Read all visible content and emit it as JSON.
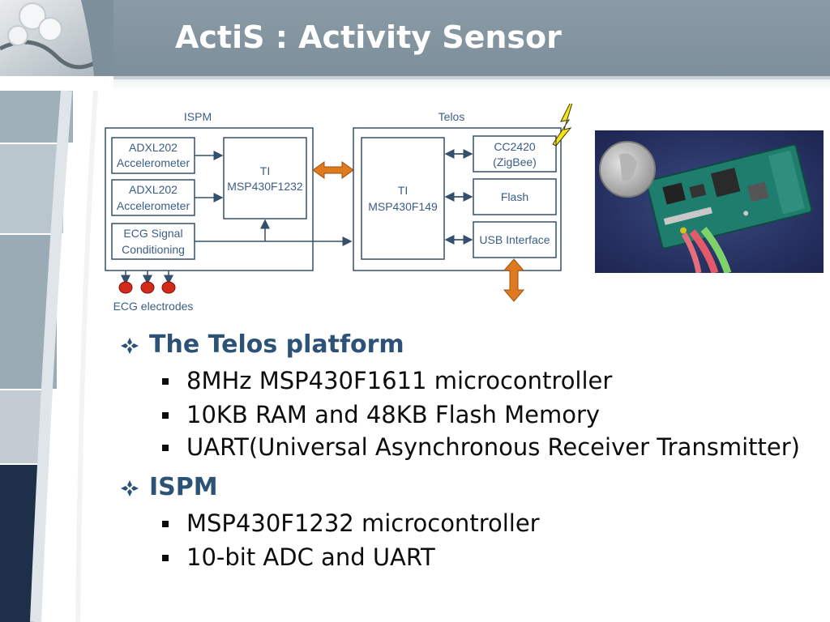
{
  "slide": {
    "title": "ActiS : Activity Sensor"
  },
  "diagram": {
    "ispm_label": "ISPM",
    "telos_label": "Telos",
    "adxl1_line1": "ADXL202",
    "adxl1_line2": "Accelerometer",
    "adxl2_line1": "ADXL202",
    "adxl2_line2": "Accelerometer",
    "ecg_line1": "ECG Signal",
    "ecg_line2": "Conditioning",
    "ti_ispm_line1": "TI",
    "ti_ispm_line2": "MSP430F1232",
    "ti_telos_line1": "TI",
    "ti_telos_line2": "MSP430F149",
    "cc2420_line1": "CC2420",
    "cc2420_line2": "(ZigBee)",
    "flash": "Flash",
    "usb": "USB Interface",
    "electrodes_label": "ECG electrodes"
  },
  "content": {
    "section1": {
      "heading": "The Telos platform",
      "items": [
        "8MHz MSP430F1611 microcontroller",
        "10KB RAM and 48KB Flash Memory",
        "UART(Universal Asynchronous Receiver Transmitter)"
      ]
    },
    "section2": {
      "heading": "ISPM",
      "items": [
        "MSP430F1232 microcontroller",
        "10-bit ADC and UART"
      ]
    }
  },
  "colors": {
    "header": "#7d8f9a",
    "box_stroke": "#34506d",
    "label_text": "#3b5d86",
    "orange_arrow": "#e07a1f",
    "electrode": "#d42a1a",
    "heading_text": "#2c5377"
  }
}
